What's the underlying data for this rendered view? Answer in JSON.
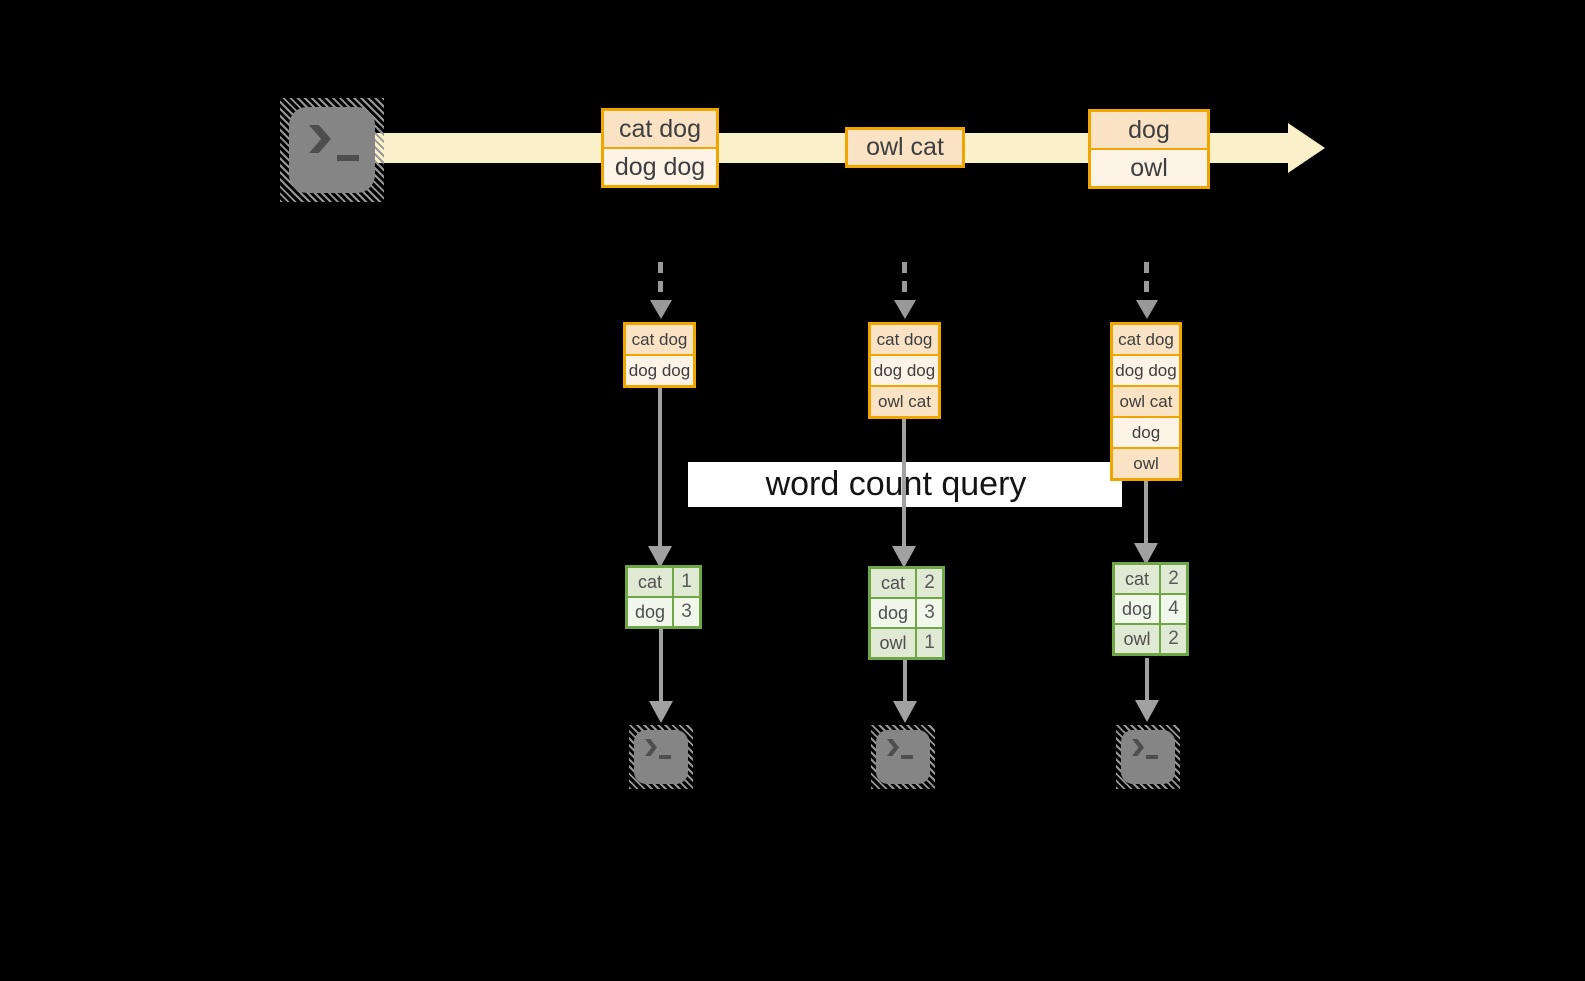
{
  "query_label": "word count query",
  "icons": {
    "source": "terminal-prompt-icon",
    "sinks": "terminal-prompt-icon"
  },
  "colors": {
    "background": "#000000",
    "stream_fill": "#FAF0CA",
    "box_border": "#F0A500",
    "box_fill_dark": "#FAE2C4",
    "box_fill_light": "#FDF3E6",
    "table_border": "#6FA646",
    "table_fill_dark": "#DFE9D3",
    "table_fill_light": "#F2F7EC",
    "arrow_gray": "#A1A1A1",
    "band_fill": "#FFFFFF"
  },
  "stream": {
    "batches": [
      {
        "rows": [
          "cat dog",
          "dog dog"
        ]
      },
      {
        "rows": [
          "owl cat"
        ]
      },
      {
        "rows": [
          "dog",
          "owl"
        ]
      }
    ]
  },
  "pipelines": [
    {
      "buffer": [
        "cat dog",
        "dog dog"
      ],
      "counts": [
        [
          "cat",
          "1"
        ],
        [
          "dog",
          "3"
        ]
      ]
    },
    {
      "buffer": [
        "cat dog",
        "dog dog",
        "owl cat"
      ],
      "counts": [
        [
          "cat",
          "2"
        ],
        [
          "dog",
          "3"
        ],
        [
          "owl",
          "1"
        ]
      ]
    },
    {
      "buffer": [
        "cat dog",
        "dog dog",
        "owl cat",
        "dog",
        "owl"
      ],
      "counts": [
        [
          "cat",
          "2"
        ],
        [
          "dog",
          "4"
        ],
        [
          "owl",
          "2"
        ]
      ]
    }
  ]
}
